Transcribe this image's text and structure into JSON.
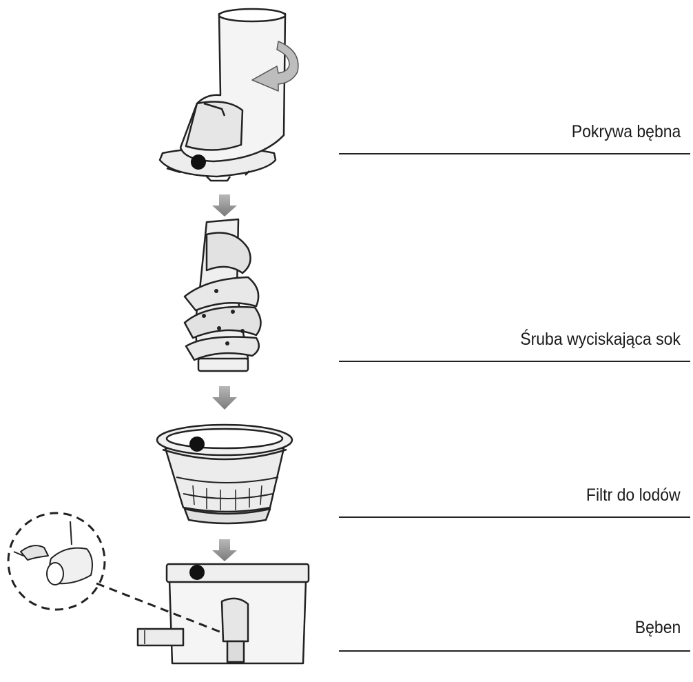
{
  "labels": {
    "lid": "Pokrywa bębna",
    "screw": "Śruba wyciskająca sok",
    "filter": "Filtr do lodów",
    "drum": "Bęben"
  },
  "colors": {
    "line": "#222222",
    "part_fill": "#f2f2f2",
    "shade": "#d9d9d9",
    "arrow": "#8a8a8a",
    "marker": "#111111"
  }
}
